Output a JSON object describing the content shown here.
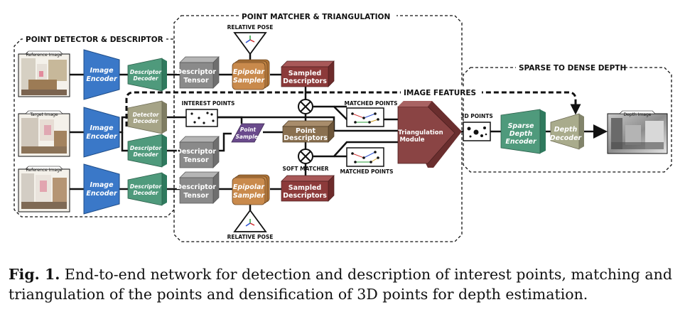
{
  "regions": {
    "detector": "POINT DETECTOR & DESCRIPTOR",
    "matcher": "POINT MATCHER & TRIANGULATION",
    "sparse_dense": "SPARSE TO DENSE DEPTH",
    "image_features": "IMAGE FEATURES"
  },
  "images": {
    "reference_top": "Reference Image",
    "target": "Target Image",
    "reference_bottom": "Reference Image",
    "depth": "Depth Image"
  },
  "blocks": {
    "image_encoder_1": [
      "Image",
      "Encoder"
    ],
    "image_encoder_2": [
      "Image",
      "Encoder"
    ],
    "image_encoder_3": [
      "Image",
      "Encoder"
    ],
    "descriptor_decoder_1": [
      "Descriptor",
      "Decoder"
    ],
    "detector_decoder": [
      "Detector",
      "Decoder"
    ],
    "descriptor_decoder_2": [
      "Descriptor",
      "Decoder"
    ],
    "descriptor_decoder_3": [
      "Descriptor",
      "Decoder"
    ],
    "descriptor_tensor_1": [
      "Descriptor",
      "Tensor"
    ],
    "descriptor_tensor_2": [
      "Descriptor",
      "Tensor"
    ],
    "descriptor_tensor_3": [
      "Descriptor",
      "Tensor"
    ],
    "epipolar_sampler_1": [
      "Epipolar",
      "Sampler"
    ],
    "epipolar_sampler_2": [
      "Epipolar",
      "Sampler"
    ],
    "sampled_descriptors_1": [
      "Sampled",
      "Descriptors"
    ],
    "sampled_descriptors_2": [
      "Sampled",
      "Descriptors"
    ],
    "point_sampler": [
      "Point",
      "Sampler"
    ],
    "point_descriptors": [
      "Point",
      "Descriptors"
    ],
    "triangulation": [
      "Triangulation",
      "Module"
    ],
    "sparse_depth_encoder": [
      "Sparse",
      "Depth",
      "Encoder"
    ],
    "depth_decoder": [
      "Depth",
      "Decoder"
    ]
  },
  "labels": {
    "relative_pose_top": "RELATIVE POSE",
    "relative_pose_bottom": "RELATIVE POSE",
    "interest_points": "INTEREST POINTS",
    "matched_points_top": "MATCHED POINTS",
    "matched_points_bottom": "MATCHED POINTS",
    "soft_matcher": "SOFT MATCHER",
    "points_3d": "3D POINTS"
  },
  "caption": {
    "fig_label": "Fig. 1.",
    "text": "End-to-end network for detection and description of interest points, matching and triangulation of the points and densification of 3D points for depth estimation."
  },
  "colors": {
    "encoder_blue": "#3a78c8",
    "decoder_green": "#4f9a7c",
    "detector_olive": "#a6a487",
    "tensor_gray": "#8a8a8a",
    "epipolar_orange": "#c98a4c",
    "sampled_red": "#8c3a3a",
    "point_sampler_purple": "#6a4a8c",
    "point_desc_brown": "#8a7050",
    "triangulation_maroon": "#8a4444",
    "sparse_green": "#4f9a7c",
    "depth_decoder_olive": "#a9ab8c"
  }
}
